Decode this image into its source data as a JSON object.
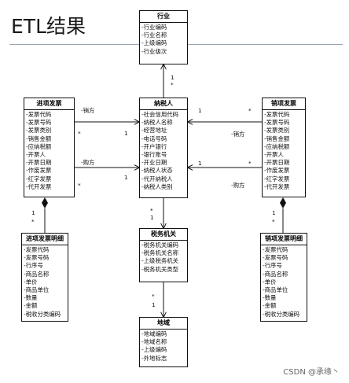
{
  "title": "ETL结果",
  "watermark": "CSDN @承缘丶",
  "classes": {
    "industry": {
      "name": "行业",
      "attrs": [
        "-行业编码",
        "-行业名称",
        "-上级编码",
        "-行业级次"
      ]
    },
    "taxpayer": {
      "name": "纳税人",
      "attrs": [
        "-社会信用代码",
        "-纳税人名称",
        "-经营地址",
        "-电话号码",
        "-开户银行",
        "-银行账号",
        "-开业日期",
        "-纳税人状态",
        "-代开纳税人",
        "-纳税人类别"
      ]
    },
    "incoming_invoice": {
      "name": "进项发票",
      "attrs": [
        "-发票代码",
        "-发票号码",
        "-发票类别",
        "-销售金额",
        "-应纳税额",
        "-开票人",
        "-开票日期",
        "-作废发票",
        "-红字发票",
        "-代开发票"
      ]
    },
    "outgoing_invoice": {
      "name": "销项发票",
      "attrs": [
        "-发票代码",
        "-发票号码",
        "-发票类别",
        "-销售金额",
        "-应纳税额",
        "-开票人",
        "-开票日期",
        "-作废发票",
        "-红字发票",
        "-代开发票"
      ]
    },
    "incoming_detail": {
      "name": "进项发票明细",
      "attrs": [
        "-发票代码",
        "-发票号码",
        "-行序号",
        "-商品名称",
        "-单价",
        "-商品单位",
        "-数量",
        "-金额",
        "-税收分类编码"
      ]
    },
    "tax_office": {
      "name": "税务机关",
      "attrs": [
        "-税务机关编码",
        "-税务机关名称",
        "-上级税务机关",
        "-税务机关类型"
      ]
    },
    "outgoing_detail": {
      "name": "销项发票明细",
      "attrs": [
        "-发票代码",
        "-发票号码",
        "-行序号",
        "-商品名称",
        "-单价",
        "-商品单位",
        "-数量",
        "-金额",
        "-税收分类编码"
      ]
    },
    "region": {
      "name": "地域",
      "attrs": [
        "-地域编码",
        "-地域名称",
        "-上级编码",
        "-外地标志"
      ]
    }
  },
  "relations": {
    "industry_taxpayer": {
      "top": "1",
      "bottom": "*"
    },
    "incoming_seller": {
      "role": "-销方",
      "left": "*",
      "right": "1"
    },
    "incoming_buyer": {
      "role": "-购方",
      "left": "*",
      "right": "1"
    },
    "outgoing_seller": {
      "role": "-销方",
      "left": "1",
      "right": "*"
    },
    "outgoing_buyer": {
      "role": "-购方",
      "left": "1",
      "right": "*"
    },
    "incoming_detail_link": {
      "top": "1",
      "bottom": "*"
    },
    "outgoing_detail_link": {
      "top": "1",
      "bottom": "*"
    },
    "taxpayer_taxoffice": {
      "top": "*",
      "bottom": "1"
    },
    "taxoffice_region": {
      "top": "*",
      "bottom": "1"
    }
  }
}
